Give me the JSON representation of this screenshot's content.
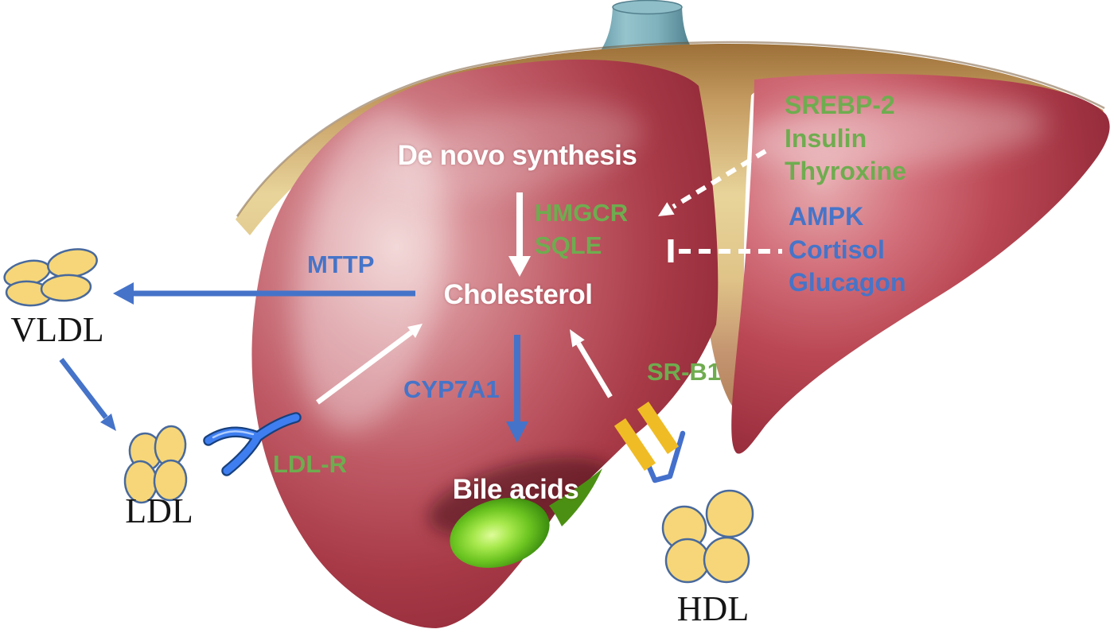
{
  "figure_type": "liver cholesterol metabolism pathway diagram",
  "labels": {
    "de_novo_synthesis": "De novo synthesis",
    "hmgcr": "HMGCR",
    "sqle": "SQLE",
    "cholesterol": "Cholesterol",
    "mttp": "MTTP",
    "cyp7a1": "CYP7A1",
    "bile_acids": "Bile acids",
    "ldl_receptor": "LDL-R",
    "sr_b1": "SR-B1",
    "srebp2": "SREBP-2",
    "insulin": "Insulin",
    "thyroxine": "Thyroxine",
    "ampk": "AMPK",
    "cortisol": "Cortisol",
    "glucagon": "Glucagon",
    "vldl": "VLDL",
    "ldl": "LDL",
    "hdl": "HDL"
  },
  "colors": {
    "stimulator_text_green": "#6FAC4F",
    "inhibitor_text_blue": "#4674C8",
    "white_label": "#FFFFFF",
    "serif_label_black": "#151515",
    "arrow_blue": "#4573C9",
    "arrow_white": "#FFFFFF",
    "lipoprotein_fill": "#F6D678",
    "lipoprotein_stroke": "#48699C",
    "srb1_transporter_gold": "#F0BC25",
    "srb1_bracket_blue": "#4470CC",
    "ldl_receptor_blue": "#3E7EF0",
    "liver_red": "#B94C57",
    "gallbladder_green": "#6CC521",
    "ligament_tan": "#E8D49A",
    "vessel_teal": "#7FB2BD"
  }
}
